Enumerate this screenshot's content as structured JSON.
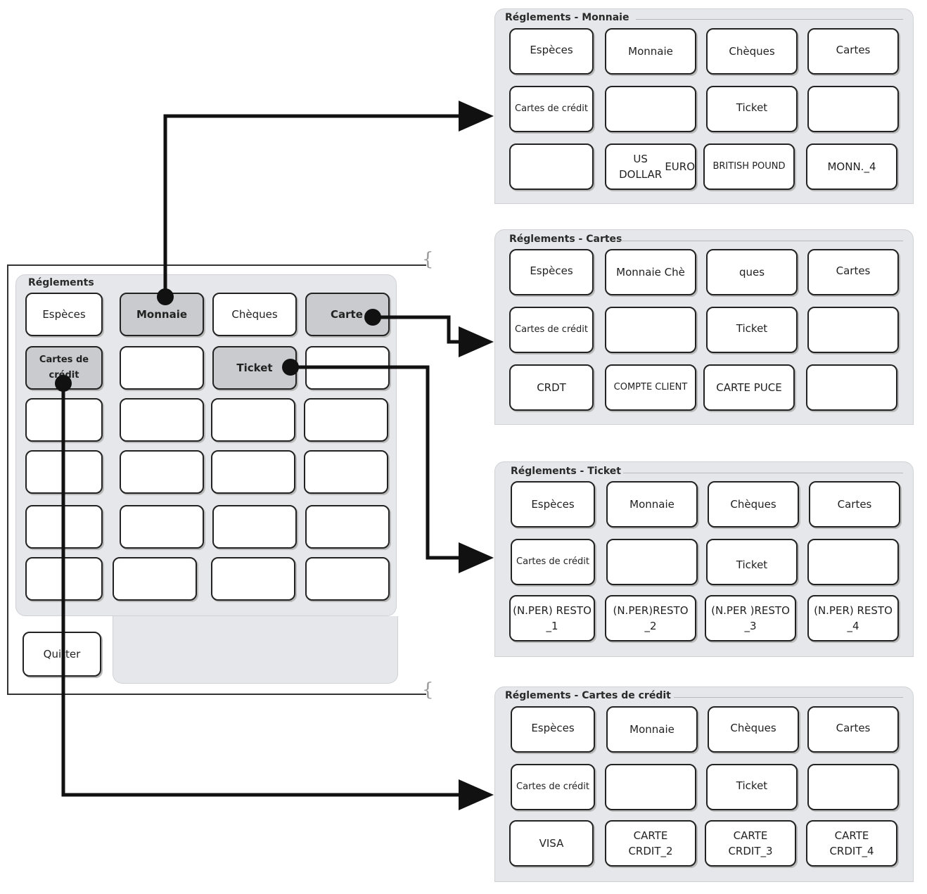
{
  "main": {
    "title": "Réglements",
    "buttons": {
      "especes": "Espèces",
      "monnaie": "Monnaie",
      "cheques": "Chèques",
      "cartes": "Carte",
      "cartes_credit": "Cartes de crédit",
      "ticket": "Ticket"
    },
    "quit_label": "Quitter"
  },
  "panels": [
    {
      "title": "Réglements - Monnaie",
      "rows": [
        [
          "Espèces",
          "Monnaie",
          "Chèques",
          "Cartes"
        ],
        [
          "Cartes de crédit",
          "",
          "Ticket",
          ""
        ],
        [
          "",
          "US DOLLAR",
          "EURO",
          "BRITISH POUND",
          "MONN._4"
        ]
      ]
    },
    {
      "title": "Réglements - Cartes",
      "rows": [
        [
          "Espèces",
          "Monnaie Chè",
          "ques",
          "Cartes"
        ],
        [
          "Cartes de crédit",
          "",
          "Ticket",
          ""
        ],
        [
          "CRDT",
          "COMPTE CLIENT",
          "CARTE PUCE",
          ""
        ]
      ]
    },
    {
      "title": "Réglements - Ticket",
      "rows": [
        [
          "Espèces",
          "Monnaie",
          "Chèques",
          "Cartes"
        ],
        [
          "Cartes de crédit",
          "",
          "Ticket",
          ""
        ],
        [
          "(N.PER) RESTO\n_1",
          "(N.PER)RESTO\n_2",
          "(N.PER )RESTO\n_3",
          "(N.PER) RESTO\n_4"
        ]
      ]
    },
    {
      "title": "Réglements - Cartes de crédit",
      "rows": [
        [
          "Espèces",
          "Monnaie",
          "Chèques",
          "Cartes"
        ],
        [
          "Cartes de crédit",
          "",
          "Ticket",
          ""
        ],
        [
          "VISA",
          "CARTE\nCRDIT_2",
          "CARTE\nCRDIT_3",
          "CARTE\nCRDIT_4"
        ]
      ]
    }
  ]
}
